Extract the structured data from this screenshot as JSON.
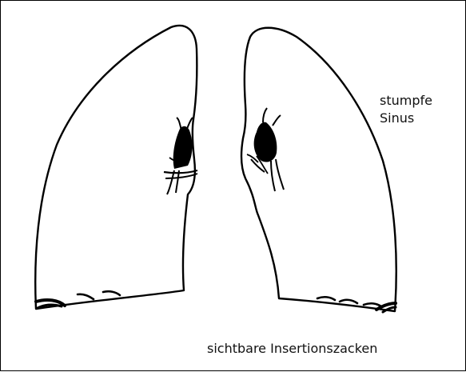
{
  "labels": {
    "sinus_line1": "stumpfe",
    "sinus_line2": "Sinus",
    "insertion": "sichtbare Insertionszacken"
  },
  "colors": {
    "stroke": "#000000",
    "background": "#ffffff"
  }
}
